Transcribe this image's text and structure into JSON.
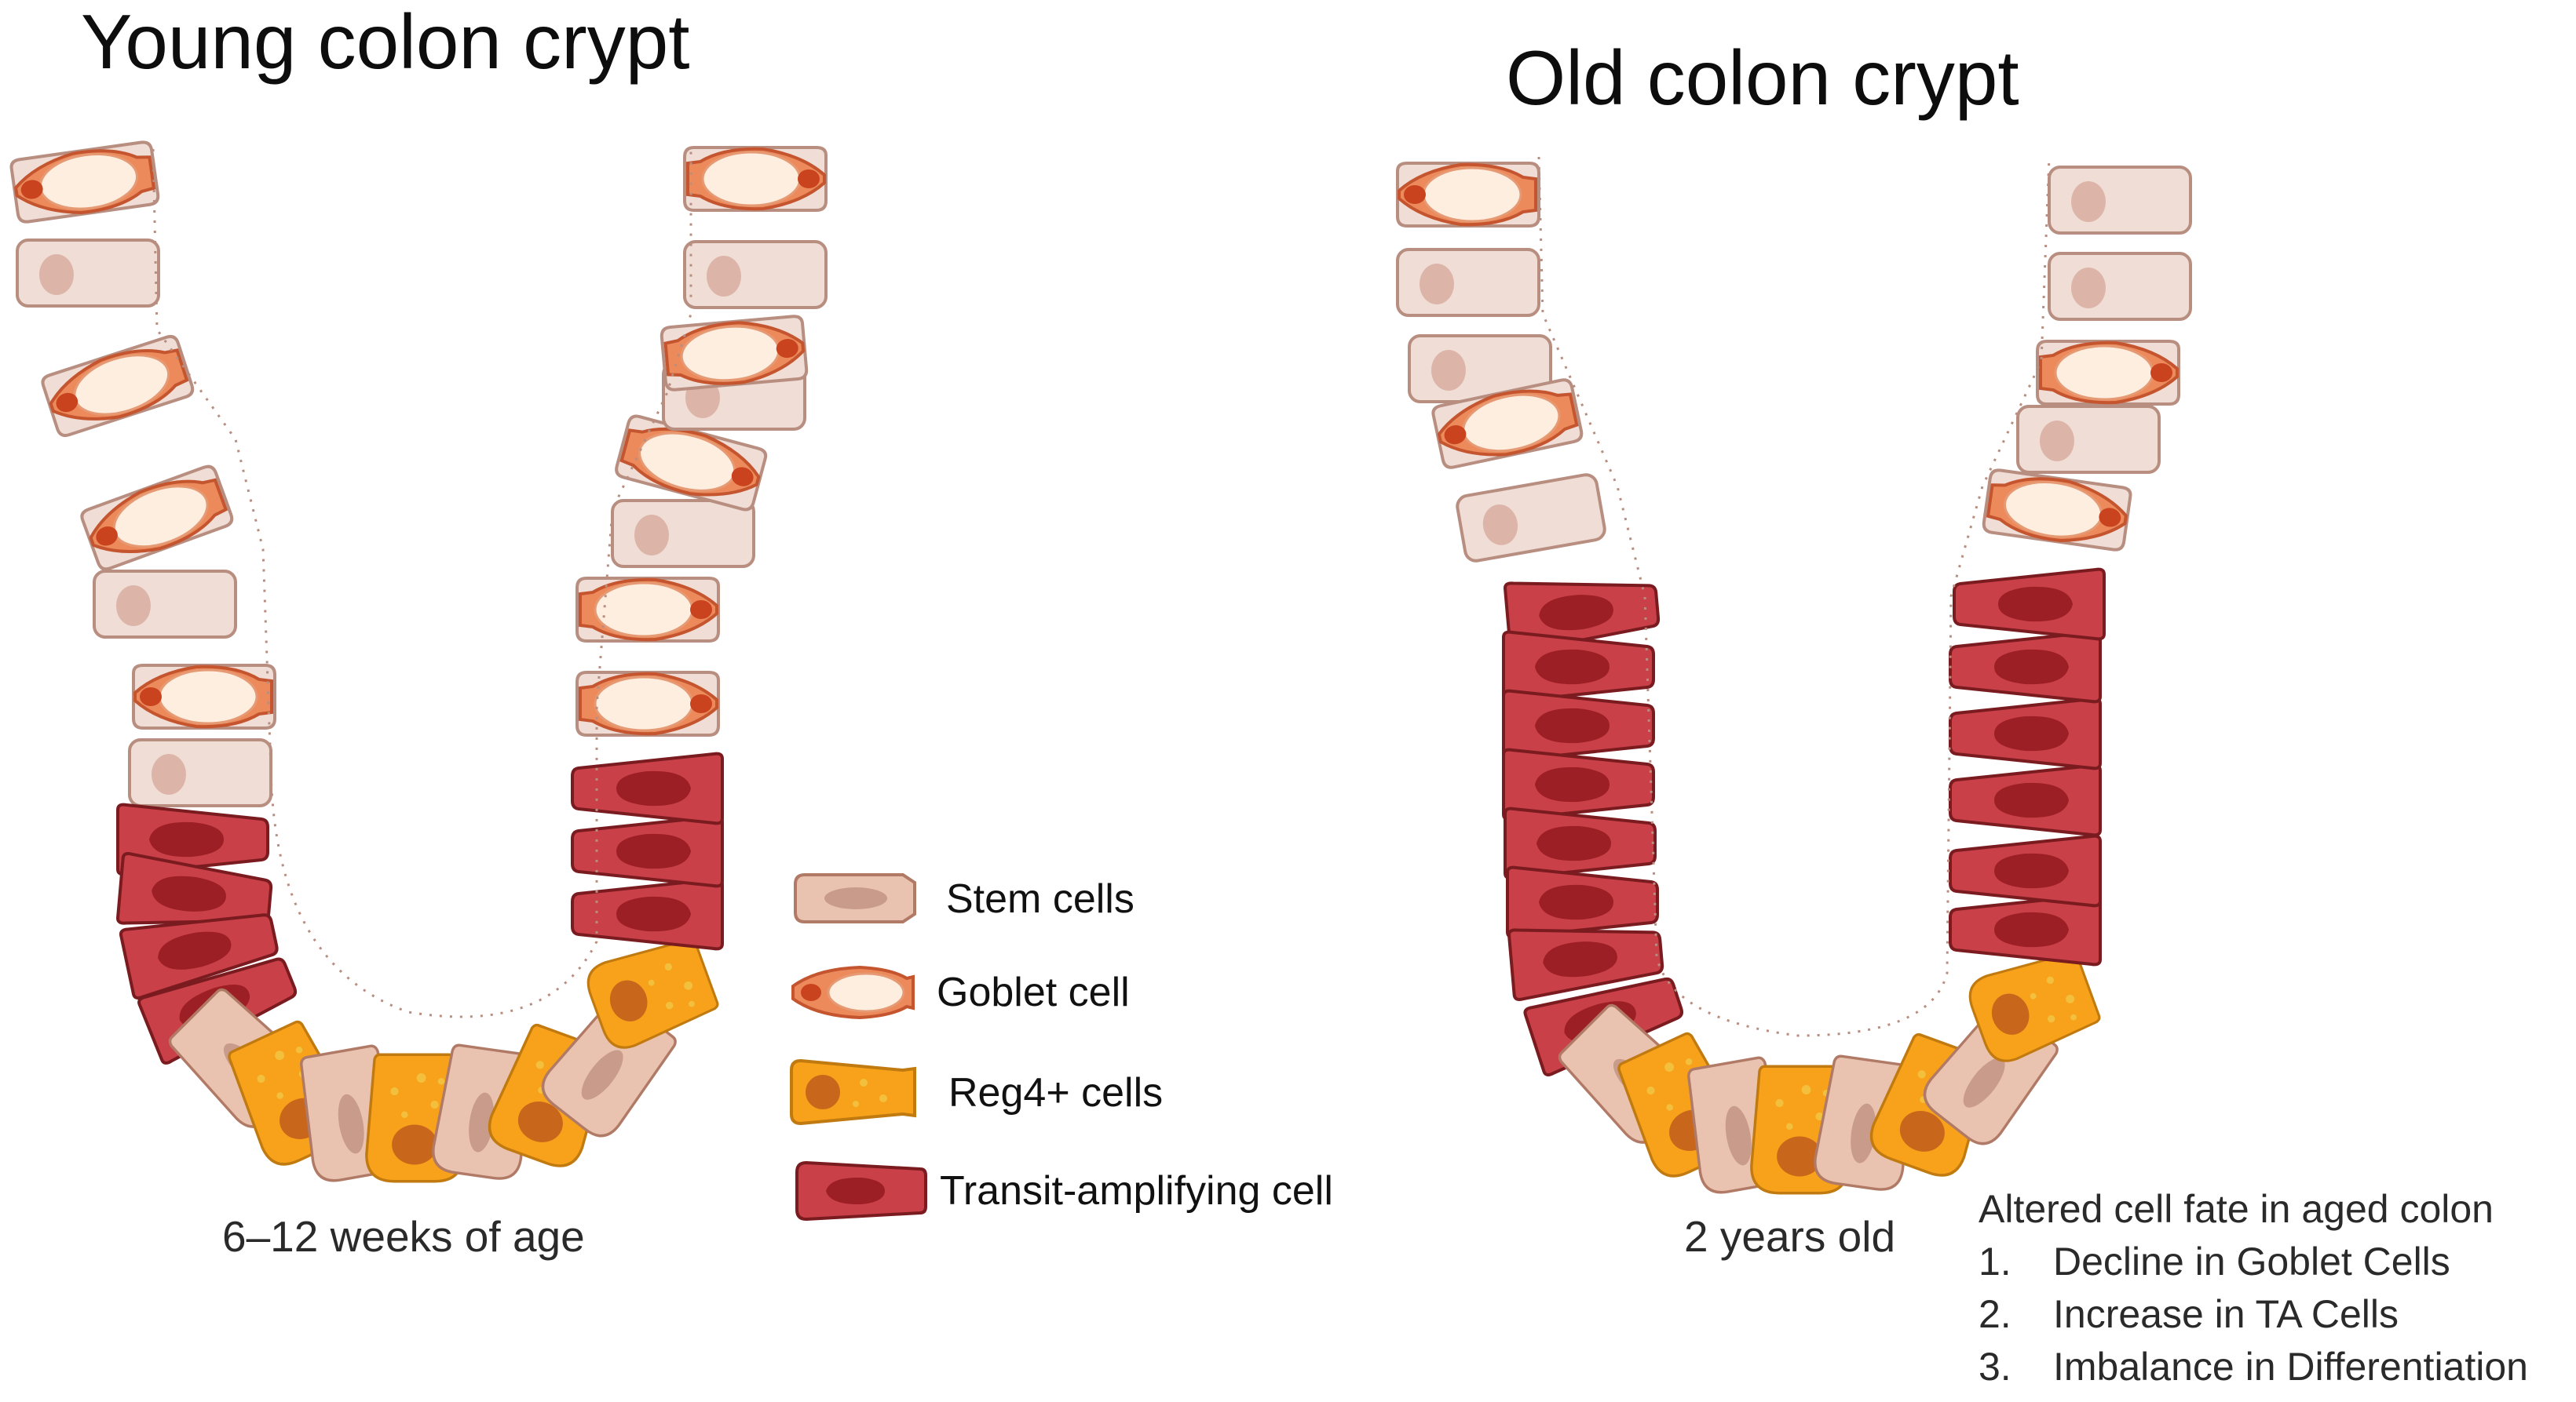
{
  "panels": {
    "young": {
      "title": "Young colon crypt",
      "age": "6–12 weeks of age"
    },
    "old": {
      "title": "Old colon crypt",
      "age": "2 years old"
    }
  },
  "legend": {
    "items": [
      {
        "label": "Stem cells",
        "icon": "stem-cell-icon"
      },
      {
        "label": "Goblet cell",
        "icon": "goblet-cell-icon"
      },
      {
        "label": "Reg4+ cells",
        "icon": "reg4-cell-icon"
      },
      {
        "label": "Transit-amplifying cell",
        "icon": "ta-cell-icon"
      }
    ]
  },
  "notes": {
    "heading": "Altered cell fate in aged colon",
    "items": [
      {
        "num": "1.",
        "text": "Decline in Goblet Cells"
      },
      {
        "num": "2.",
        "text": "Increase in TA Cells"
      },
      {
        "num": "3.",
        "text": "Imbalance in Differentiation"
      }
    ]
  },
  "colors": {
    "stem": "#e9c3b0",
    "goblet": "#ec8a5c",
    "reg4": "#f7a21a",
    "transit_amplifying": "#c94048",
    "epithelium": "#efddd6"
  }
}
